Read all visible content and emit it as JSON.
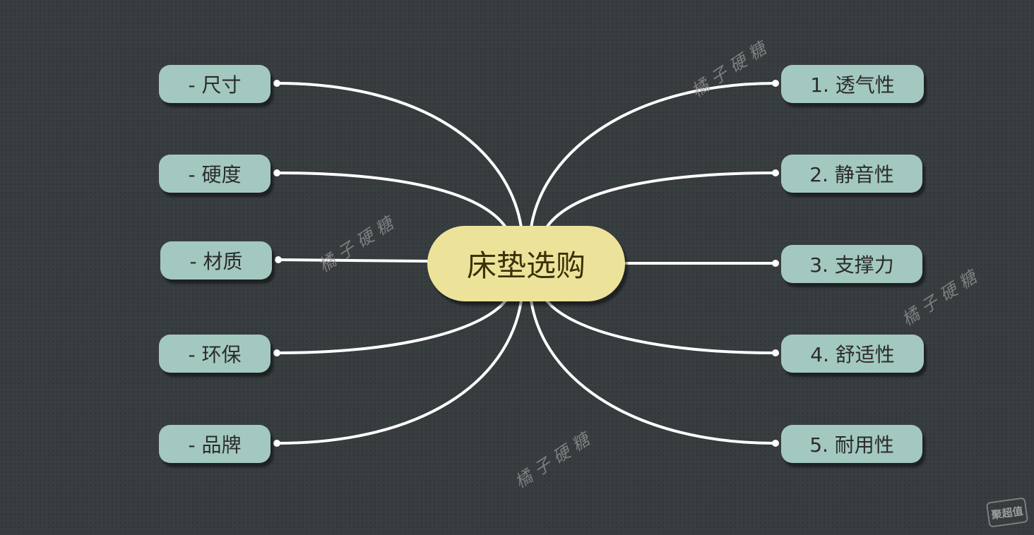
{
  "center": {
    "label": "床垫选购"
  },
  "left_nodes": [
    "- 尺寸",
    "- 硬度",
    "- 材质",
    "- 环保",
    "- 品牌"
  ],
  "right_nodes": [
    "1. 透气性",
    "2. 静音性",
    "3. 支撑力",
    "4. 舒适性",
    "5. 耐用性"
  ],
  "watermark": "橘子硬糖",
  "badge": "聚超值",
  "colors": {
    "background": "#383d40",
    "center_fill": "#ece29a",
    "node_fill": "#a3c8c0",
    "edge": "#ffffff"
  }
}
